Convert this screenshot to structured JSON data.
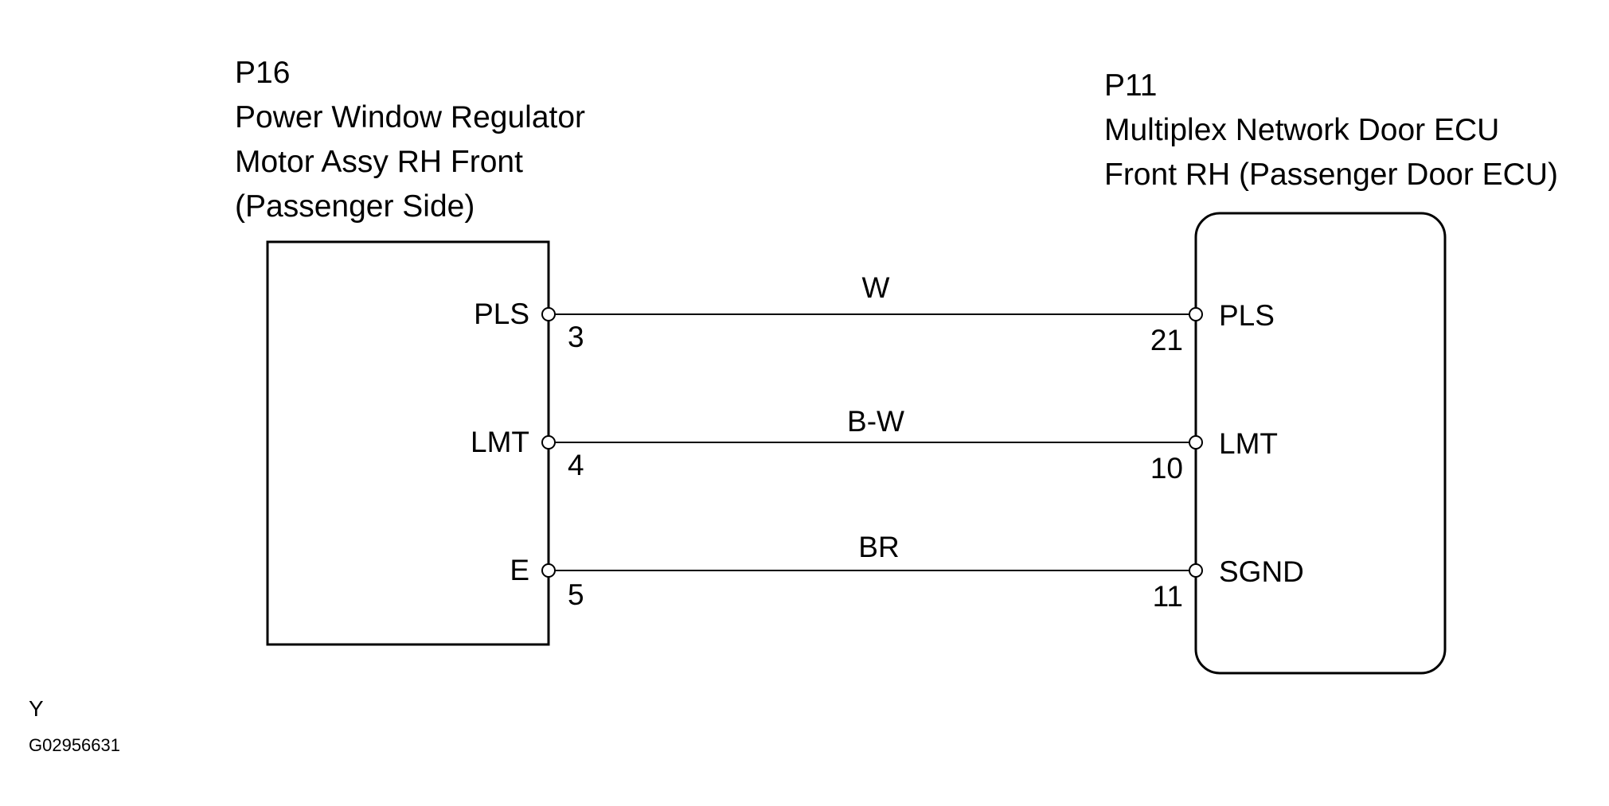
{
  "left_component": {
    "id": "P16",
    "name_lines": [
      "Power Window Regulator",
      "Motor Assy RH Front",
      "(Passenger Side)"
    ],
    "pins": [
      {
        "label": "PLS",
        "number": "3"
      },
      {
        "label": "LMT",
        "number": "4"
      },
      {
        "label": "E",
        "number": "5"
      }
    ]
  },
  "right_component": {
    "id": "P11",
    "name_lines": [
      "Multiplex Network Door ECU",
      "Front RH (Passenger Door ECU)"
    ],
    "pins": [
      {
        "label": "PLS",
        "number": "21"
      },
      {
        "label": "LMT",
        "number": "10"
      },
      {
        "label": "SGND",
        "number": "11"
      }
    ]
  },
  "wires": [
    {
      "color_code": "W"
    },
    {
      "color_code": "B-W"
    },
    {
      "color_code": "BR"
    }
  ],
  "footer": {
    "code": "Y",
    "figure_id": "G02956631"
  }
}
